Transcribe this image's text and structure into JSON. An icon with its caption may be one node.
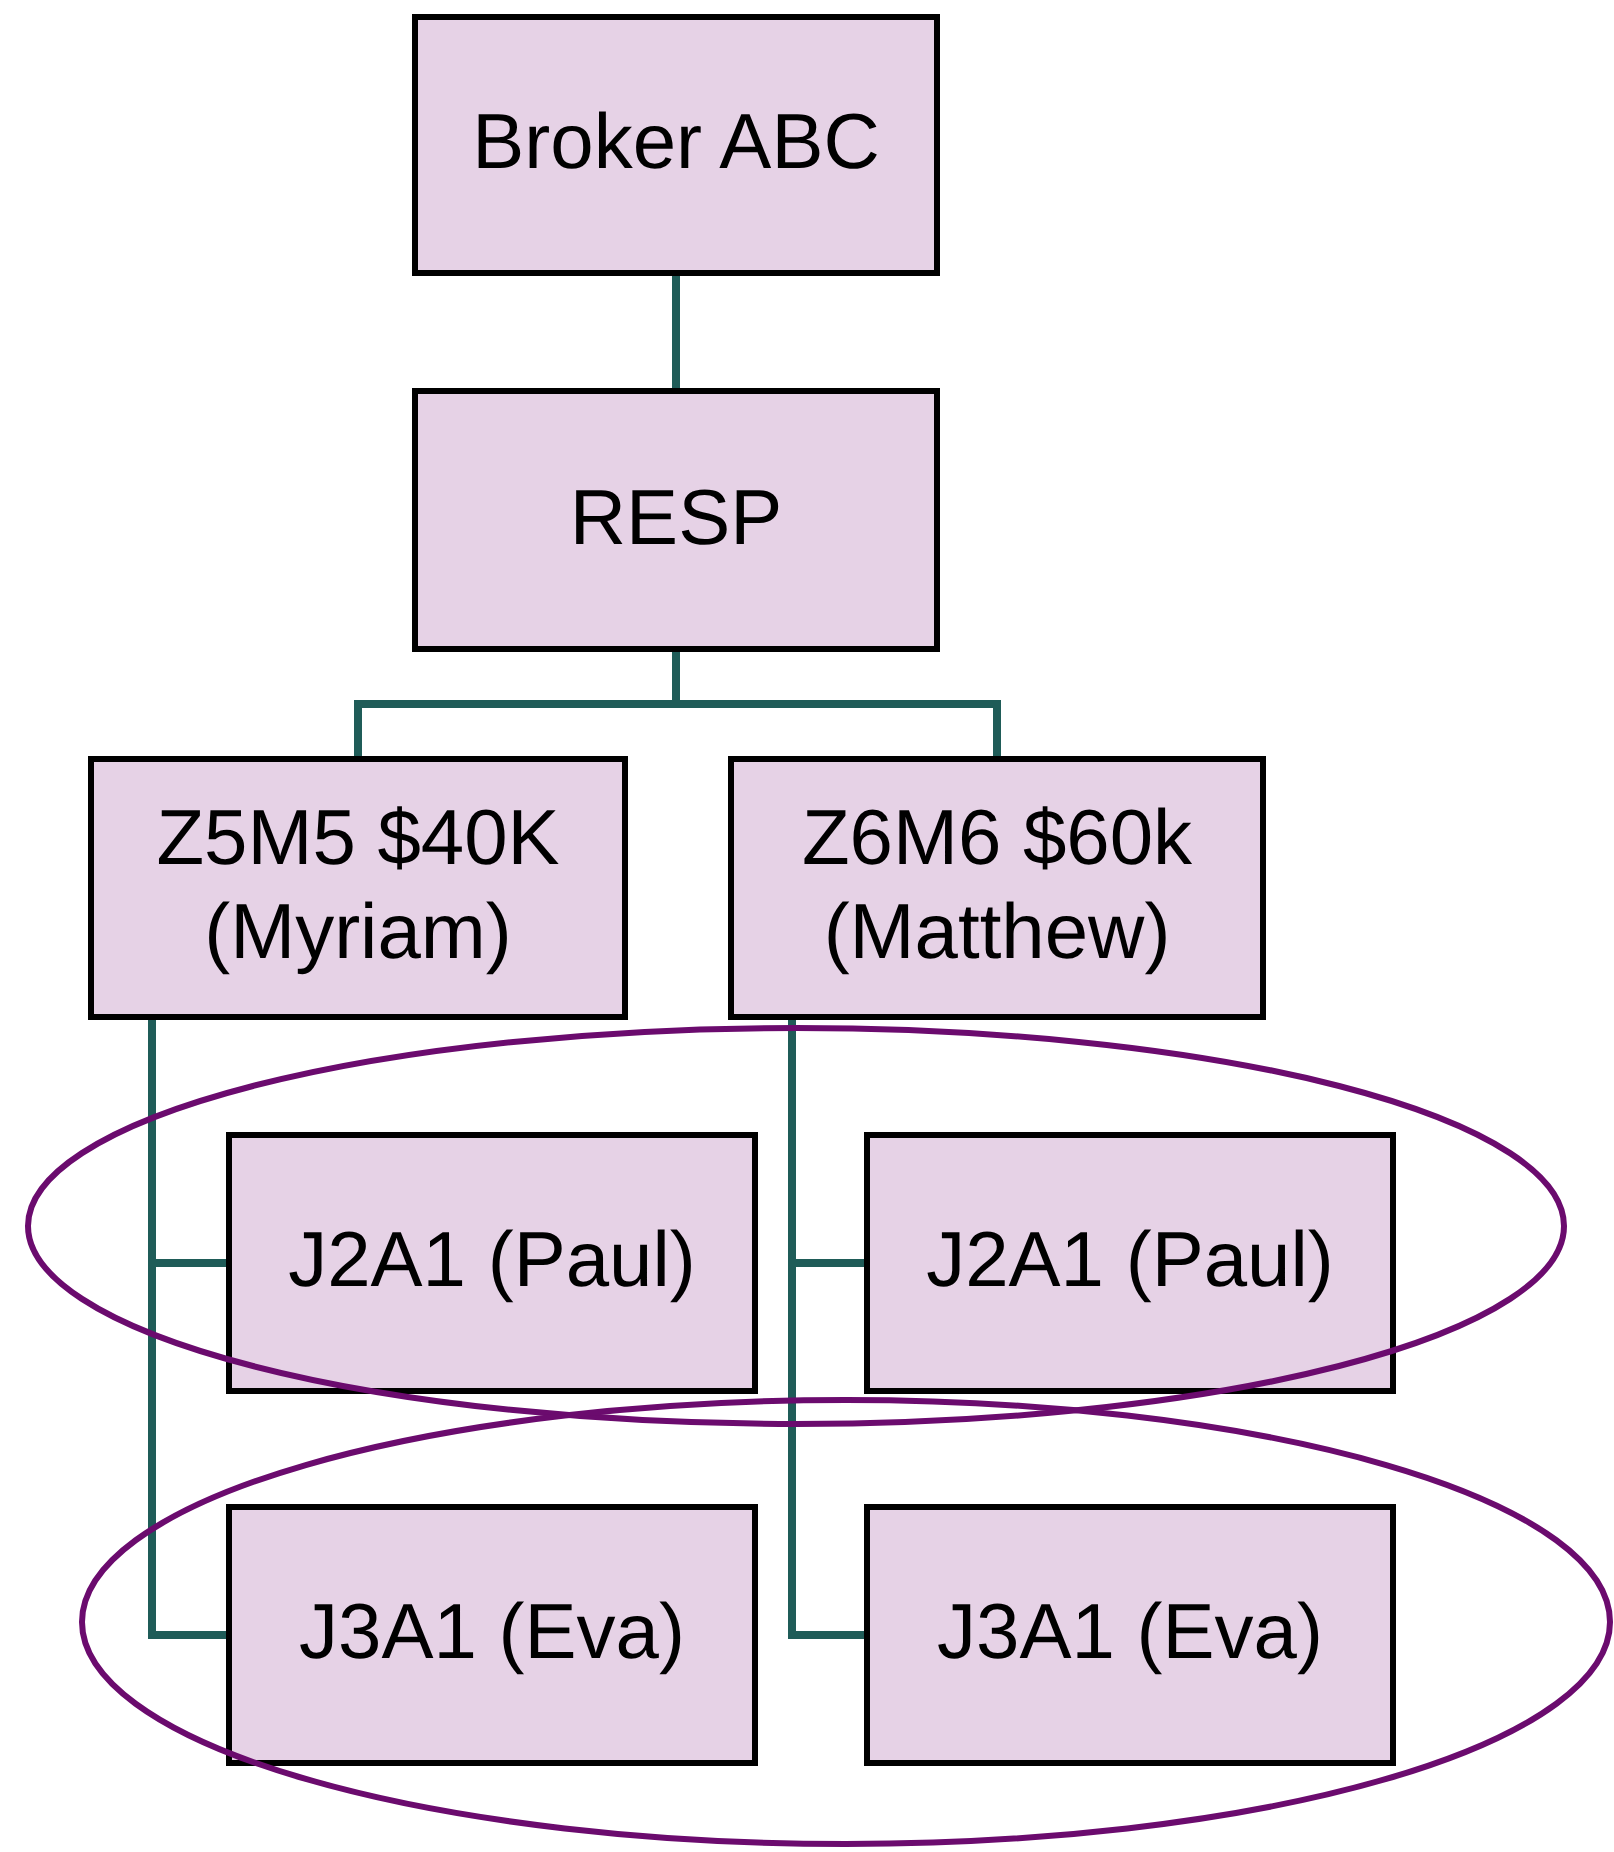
{
  "diagram": {
    "nodes": [
      {
        "text": [
          "Broker ABC"
        ]
      },
      {
        "text": [
          "RESP"
        ]
      },
      {
        "text": [
          "Z5M5 $40K (Myriam)"
        ]
      },
      {
        "text": [
          "Z6M6 $60k (Matthew)"
        ]
      },
      {
        "text": [
          "J2A1 (Paul)"
        ]
      },
      {
        "text": [
          "J2A1 (Paul)"
        ]
      },
      {
        "text": [
          "J3A1 (Eva)"
        ]
      },
      {
        "text": [
          "J3A1 (Eva)"
        ]
      }
    ],
    "edges": [
      {
        "from": 0,
        "to": 1,
        "arrow": "none"
      },
      {
        "from": 1,
        "to": 2,
        "arrow": "none"
      },
      {
        "from": 1,
        "to": 3,
        "arrow": "none"
      },
      {
        "from": 2,
        "to": 4,
        "arrow": "none"
      },
      {
        "from": 2,
        "to": 6,
        "arrow": "none"
      },
      {
        "from": 3,
        "to": 5,
        "arrow": "none"
      },
      {
        "from": 3,
        "to": 7,
        "arrow": "none"
      }
    ]
  }
}
